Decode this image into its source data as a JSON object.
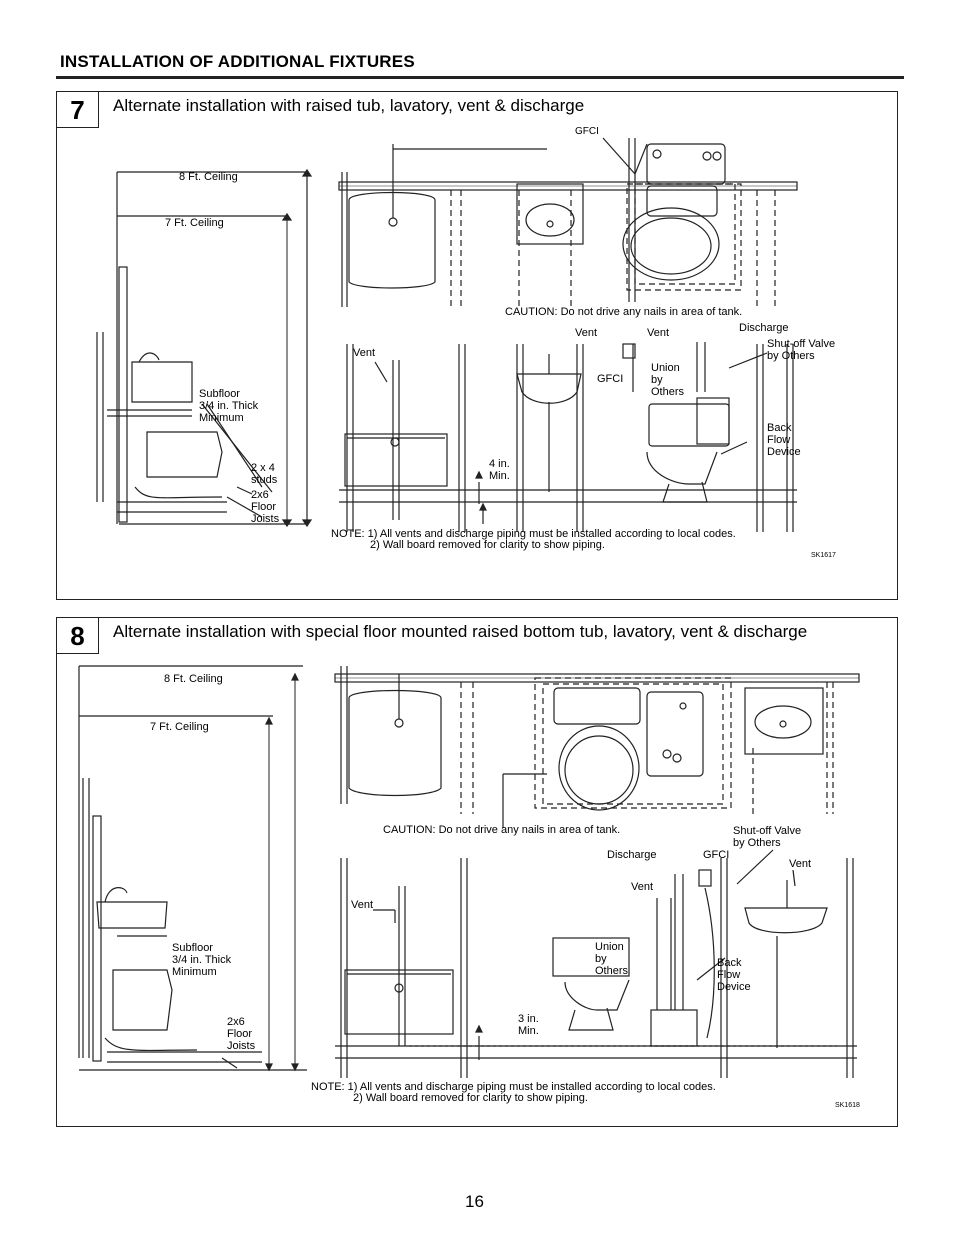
{
  "header": {
    "title": "INSTALLATION OF ADDITIONAL FIXTURES"
  },
  "panel7": {
    "number": "7",
    "title": "Alternate installation with raised tub, lavatory, vent & discharge",
    "labels": {
      "gfci_top": "GFCI",
      "ceiling8": "8 Ft. Ceiling",
      "ceiling7": "7 Ft. Ceiling",
      "caution": "CAUTION: Do not drive any nails in area of tank.",
      "vent_left": "Vent",
      "vent_mid": "Vent",
      "vent_right": "Vent",
      "discharge": "Discharge",
      "shutoff": "Shut-off Valve\nby Others",
      "gfci_mid": "GFCI",
      "union": "Union\nby\nOthers",
      "subfloor": "Subfloor\n3/4 in. Thick\nMinimum",
      "studs": "2 x 4\nstuds",
      "joists": "2x6\nFloor\nJoists",
      "backflow": "Back\nFlow\nDevice",
      "min": "4 in.\nMin."
    },
    "note1": "NOTE: 1) All vents and discharge piping must be installed according to local codes.",
    "note2": "2) Wall board removed for clarity to show piping.",
    "code": "SK1617"
  },
  "panel8": {
    "number": "8",
    "title": "Alternate installation with special floor mounted raised bottom tub, lavatory, vent & discharge",
    "labels": {
      "ceiling8": "8 Ft. Ceiling",
      "ceiling7": "7 Ft. Ceiling",
      "caution": "CAUTION: Do not drive any nails in area of tank.",
      "shutoff": "Shut-off Valve\nby Others",
      "discharge": "Discharge",
      "gfci": "GFCI",
      "vent_right": "Vent",
      "vent_mid": "Vent",
      "vent_left": "Vent",
      "union": "Union\nby\nOthers",
      "subfloor": "Subfloor\n3/4 in. Thick\nMinimum",
      "backflow": "Back\nFlow\nDevice",
      "joists": "2x6\nFloor\nJoists",
      "min": "3 in.\nMin."
    },
    "note1": "NOTE: 1) All vents and discharge piping must be installed according to local codes.",
    "note2": "2) Wall board removed for clarity to show piping.",
    "code": "SK1618"
  },
  "footer": {
    "page_number": "16"
  }
}
